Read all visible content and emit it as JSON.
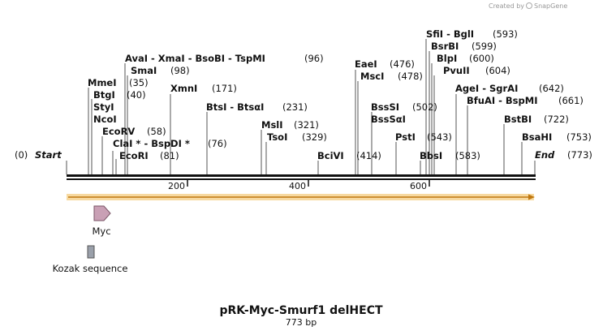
{
  "watermark": {
    "prefix": "Created by",
    "brand": "SnapGene"
  },
  "map": {
    "title": "pRK-Myc-Smurf1 delHECT",
    "length_label": "773 bp",
    "start_label": "Start",
    "start_pos": "(0)",
    "end_label": "End",
    "end_pos": "(773)",
    "ticks": [
      "200",
      "400",
      "600"
    ]
  },
  "sites": [
    {
      "text": "AvaI  -  XmaI  -  BsoBI  -  TspMI",
      "pos": "(96)"
    },
    {
      "text": "SmaI",
      "pos": "(98)"
    },
    {
      "text": "MmeI",
      "pos": "(35)"
    },
    {
      "text": "BtgI",
      "pos": "(40)"
    },
    {
      "text": "StyI",
      "pos": ""
    },
    {
      "text": "NcoI",
      "pos": ""
    },
    {
      "text": "EcoRV",
      "pos": "(58)"
    },
    {
      "text": "ClaI *  -  BspDI *",
      "pos": "(76)"
    },
    {
      "text": "EcoRI",
      "pos": "(81)"
    },
    {
      "text": "XmnI",
      "pos": "(171)"
    },
    {
      "text": "BtsI  -  BtsαI",
      "pos": "(231)"
    },
    {
      "text": "MslI",
      "pos": "(321)"
    },
    {
      "text": "TsoI",
      "pos": "(329)"
    },
    {
      "text": "BciVI",
      "pos": "(414)"
    },
    {
      "text": "EaeI",
      "pos": "(476)"
    },
    {
      "text": "MscI",
      "pos": "(478)"
    },
    {
      "text": "BssSI",
      "pos": "(502)"
    },
    {
      "text": "BssSαI",
      "pos": ""
    },
    {
      "text": "PstI",
      "pos": "(543)"
    },
    {
      "text": "BbsI",
      "pos": "(583)"
    },
    {
      "text": "SfiI  -  BglI",
      "pos": "(593)"
    },
    {
      "text": "BsrBI",
      "pos": "(599)"
    },
    {
      "text": "BlpI",
      "pos": "(600)"
    },
    {
      "text": "PvuII",
      "pos": "(604)"
    },
    {
      "text": "AgeI  -  SgrAI",
      "pos": "(642)"
    },
    {
      "text": "BfuAI  -  BspMI",
      "pos": "(661)"
    },
    {
      "text": "BstBI",
      "pos": "(722)"
    },
    {
      "text": "BsaHI",
      "pos": "(753)"
    }
  ],
  "features": [
    {
      "name": "Myc",
      "color": "#c9a0b5"
    },
    {
      "name": "Kozak sequence",
      "color": "#9aa0aa"
    }
  ],
  "colors": {
    "orf_fill": "#f7d9a0",
    "orf_line": "#c07810",
    "backbone": "#111111"
  }
}
